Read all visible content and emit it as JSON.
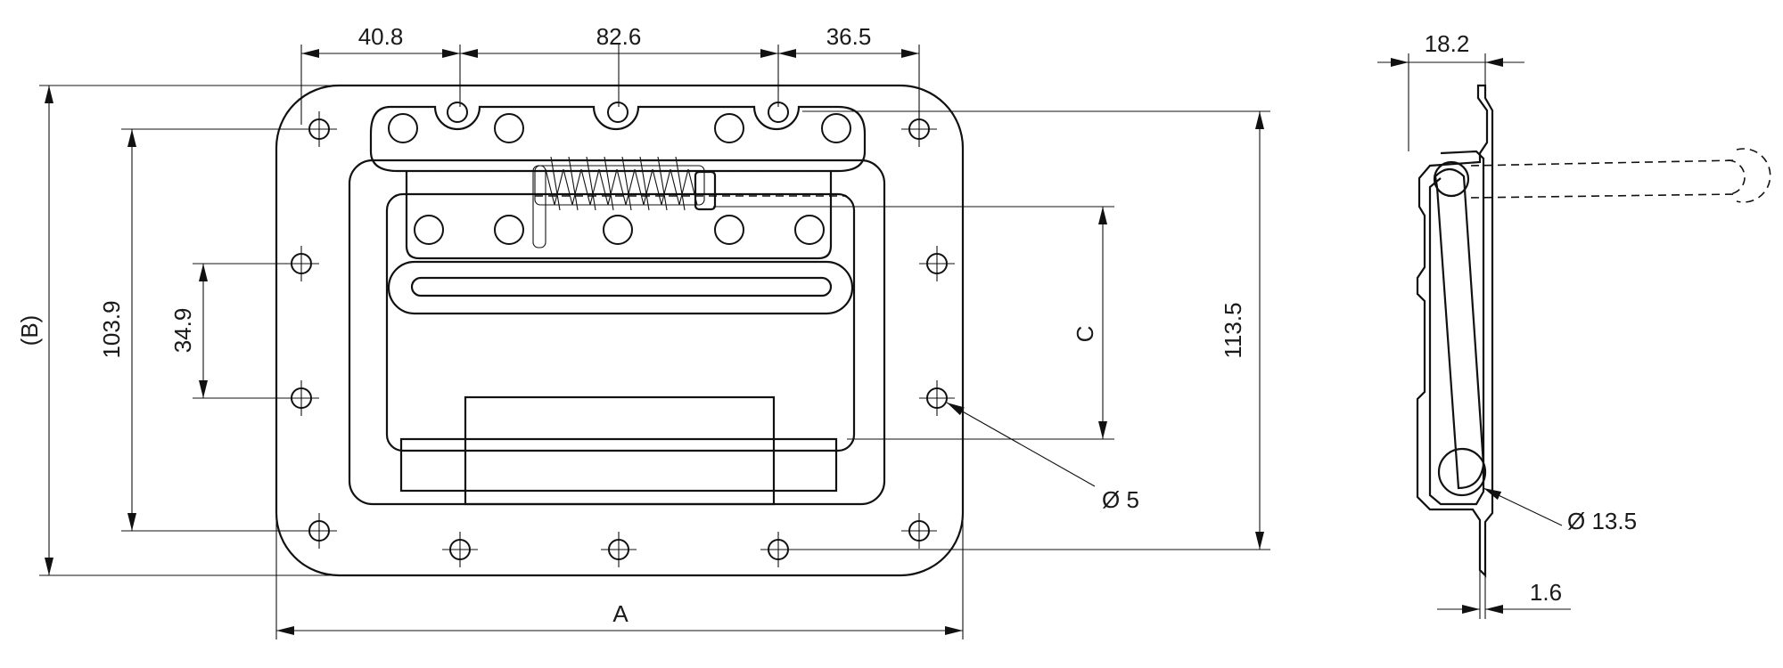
{
  "dimensions": {
    "top_left": "40.8",
    "top_middle": "82.6",
    "top_right": "36.5",
    "overall_height": "(B)",
    "height_inner": "103.9",
    "hole_spacing": "34.9",
    "cutout": "C",
    "depth": "113.5",
    "width": "A",
    "side_top": "18.2",
    "thickness": "1.6"
  },
  "callouts": {
    "hole_diameter": "Ø 5",
    "rod_diameter": "Ø 13.5"
  }
}
